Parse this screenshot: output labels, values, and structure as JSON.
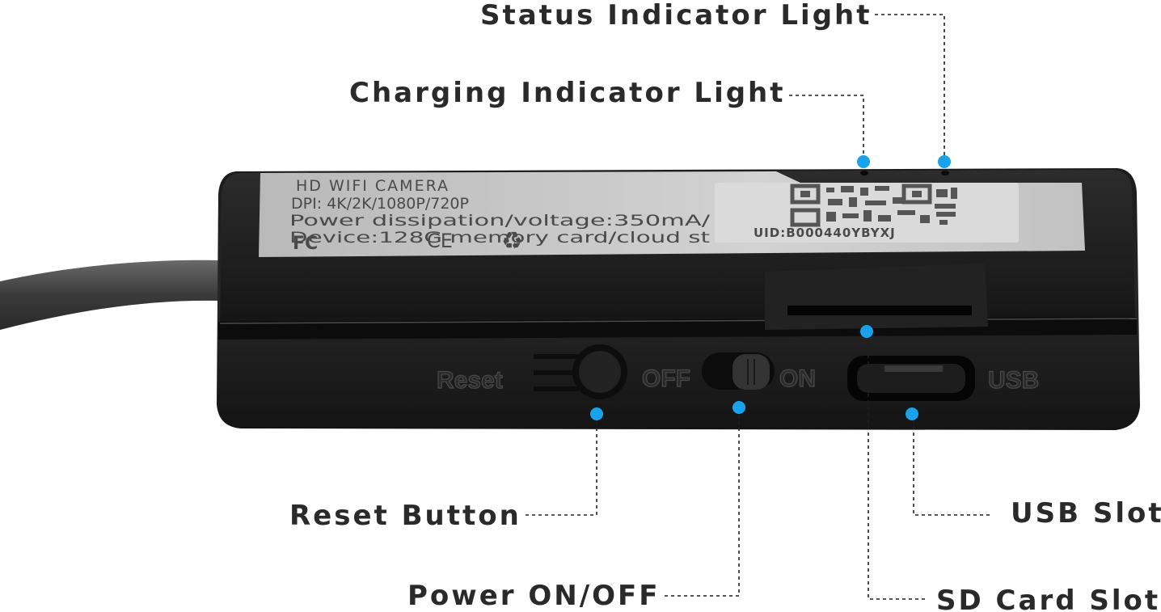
{
  "device_label": {
    "line1": "HD WIFI CAMERA",
    "line2": "DPI: 4K/2K/1080P/720P",
    "line3": "Power dissipation/voltage:350mA/",
    "line4": "Device:128G memory card/cloud st",
    "cert_fcc": "FC",
    "cert_ce": "CE",
    "recycle": "♻",
    "uid": "UID:B000440YBYXJ"
  },
  "embossed": {
    "reset": "Reset",
    "off": "OFF",
    "on": "ON",
    "usb": "USB"
  },
  "callouts": {
    "status_light": "Status Indicator Light",
    "charging_light": "Charging Indicator Light",
    "reset_button": "Reset Button",
    "power_switch": "Power ON/OFF",
    "usb_slot": "USB Slot",
    "sd_slot": "SD Card Slot"
  },
  "colors": {
    "marker": "#1aa3ec",
    "device_body": "#1a1a1a",
    "label_bg": "#c9c9c9"
  }
}
